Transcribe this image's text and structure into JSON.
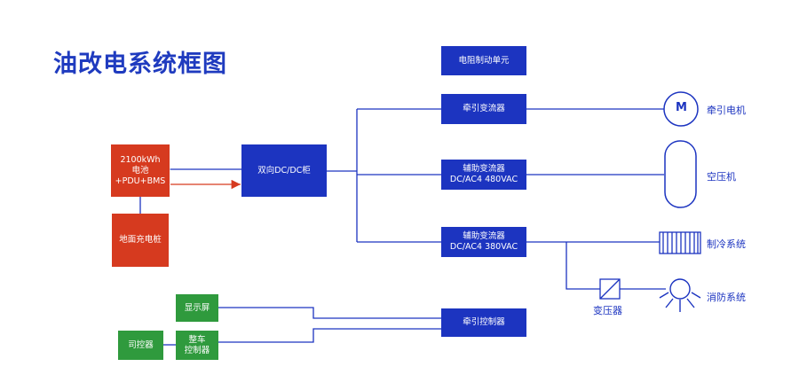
{
  "title": "油改电系统框图",
  "blocks": {
    "battery": {
      "line1": "2100kWh",
      "line2": "电池",
      "line3": "+PDU+BMS"
    },
    "charger": "地面充电桩",
    "bidir_dcdc": "双向DC/DC柜",
    "brake_resistor": "电阻制动单元",
    "traction_converter": "牵引变流器",
    "aux_converter_480": {
      "line1": "辅助变流器",
      "line2": "DC/AC4 480VAC"
    },
    "aux_converter_380": {
      "line1": "辅助变流器",
      "line2": "DC/AC4 380VAC"
    },
    "traction_controller": "牵引控制器",
    "display": "显示屏",
    "driver_controller": "司控器",
    "vehicle_controller": {
      "line1": "整车",
      "line2": "控制器"
    }
  },
  "loads": {
    "motor_symbol": "M",
    "traction_motor": "牵引电机",
    "compressor": "空压机",
    "refrigeration": "制冷系统",
    "transformer": "变压器",
    "fire_system": "消防系统"
  },
  "colors": {
    "blue": "#1c34c0",
    "red": "#d63a1f",
    "green": "#2f9a3d",
    "title": "#1f3bbf"
  }
}
